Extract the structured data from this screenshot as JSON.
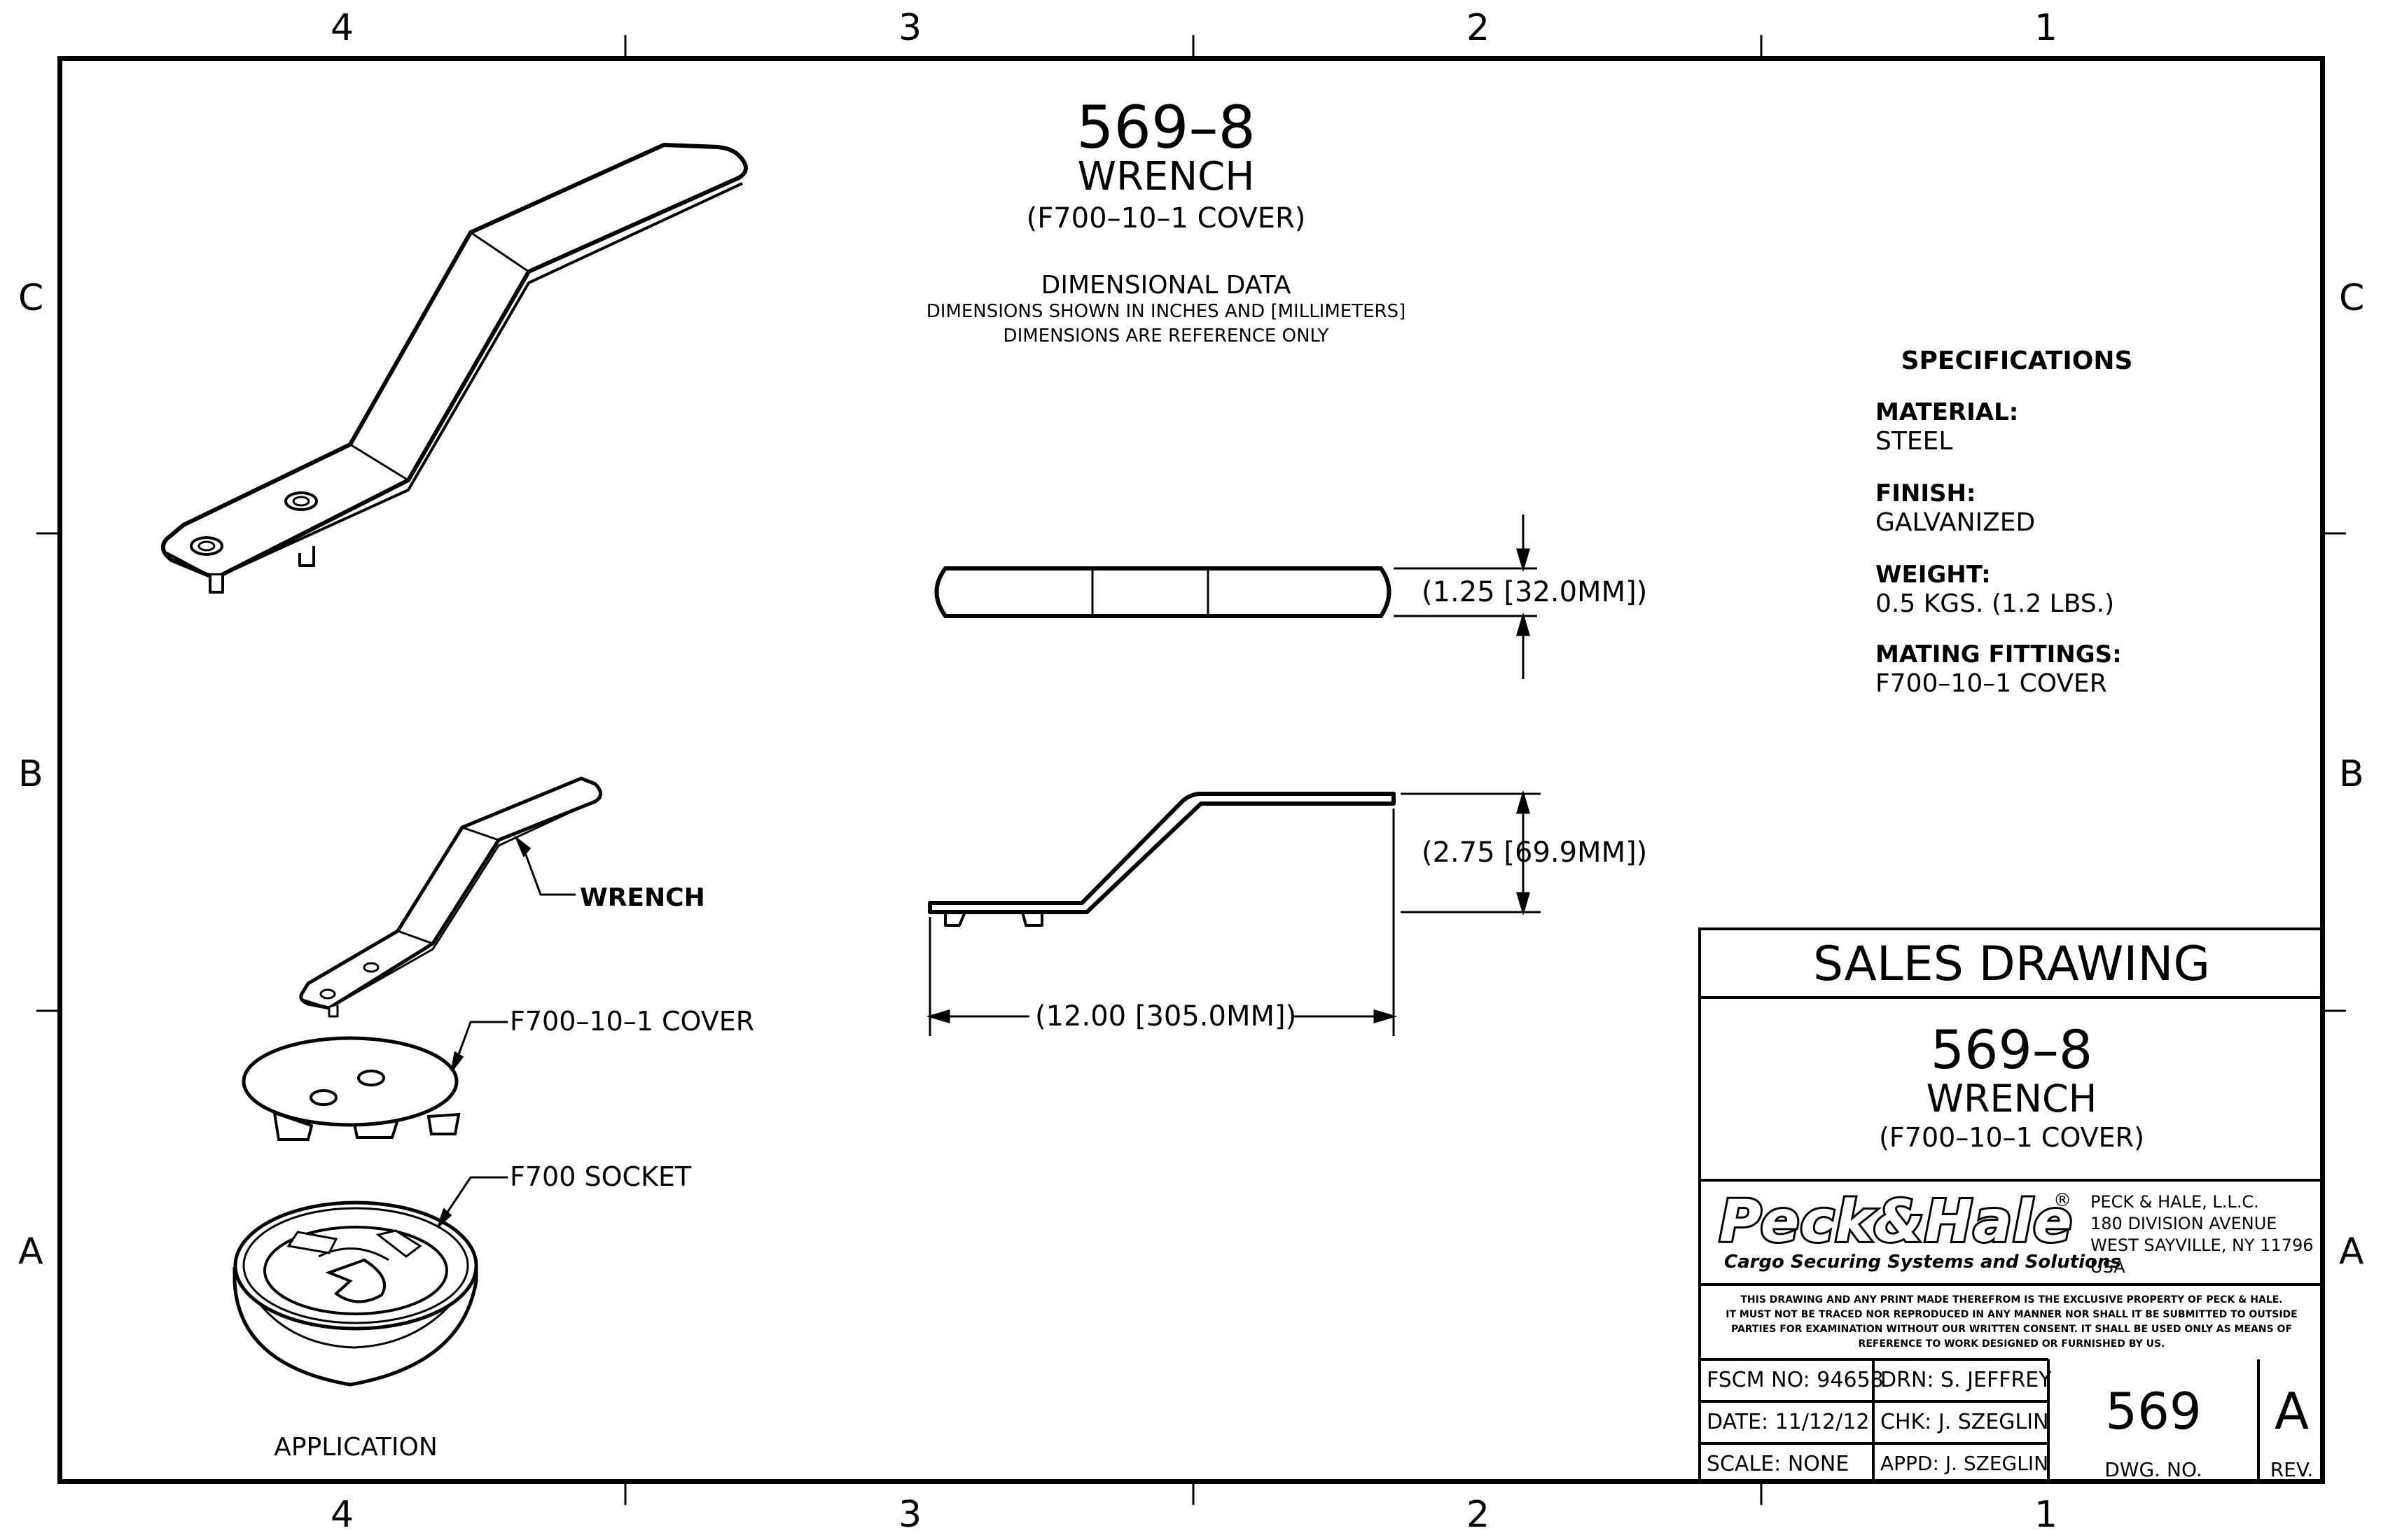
{
  "zones": {
    "columns": [
      "4",
      "3",
      "2",
      "1"
    ],
    "rows": [
      "C",
      "B",
      "A"
    ]
  },
  "header": {
    "part_number": "569–8",
    "part_name": "WRENCH",
    "part_sub": "(F700–10–1 COVER)",
    "dim_title": "DIMENSIONAL DATA",
    "dim_line1": "DIMENSIONS SHOWN IN INCHES AND [MILLIMETERS]",
    "dim_line2": "DIMENSIONS ARE REFERENCE ONLY"
  },
  "dimensions": {
    "thickness": "(1.25 [32.0MM])",
    "height": "(2.75 [69.9MM])",
    "length": "(12.00 [305.0MM])"
  },
  "specifications": {
    "title": "SPECIFICATIONS",
    "items": [
      {
        "label": "MATERIAL:",
        "value": "STEEL"
      },
      {
        "label": "FINISH:",
        "value": "GALVANIZED"
      },
      {
        "label": "WEIGHT:",
        "value": "0.5  KGS.  (1.2 LBS.)"
      },
      {
        "label": "MATING  FITTINGS:",
        "value": "F700–10–1  COVER"
      }
    ]
  },
  "application": {
    "wrench_label": "WRENCH",
    "cover_label": "F700–10–1  COVER",
    "socket_label": "F700  SOCKET",
    "caption": "APPLICATION"
  },
  "title_block": {
    "sales_drawing": "SALES  DRAWING",
    "part_number": "569–8",
    "part_name": "WRENCH",
    "part_sub": "(F700–10–1  COVER)",
    "logo_text": "Peck&Hale",
    "logo_reg": "®",
    "logo_tagline": "Cargo Securing Systems and Solutions",
    "company_name": "PECK  &  HALE,  L.L.C.",
    "company_addr1": "180  DIVISION  AVENUE",
    "company_addr2": "WEST  SAYVILLE,  NY  11796",
    "company_country": "USA",
    "notice_1": "THIS DRAWING AND ANY PRINT MADE THEREFROM IS THE EXCLUSIVE PROPERTY OF PECK & HALE.",
    "notice_2": "IT MUST NOT BE TRACED NOR REPRODUCED IN ANY MANNER NOR SHALL IT BE SUBMITTED TO OUTSIDE",
    "notice_3": "PARTIES FOR EXAMINATION WITHOUT OUR WRITTEN CONSENT.  IT SHALL BE USED ONLY AS MEANS OF",
    "notice_4": "REFERENCE TO WORK DESIGNED OR FURNISHED BY US.",
    "fscm": "FSCM  NO:  94658",
    "date": "DATE: 11/12/12",
    "scale": "SCALE:  NONE",
    "drn": "DRN: S.  JEFFREY",
    "chk": "CHK:  J.  SZEGLIN",
    "appd": "APPD:  J.  SZEGLIN",
    "dwg_no": "569",
    "dwg_label": "DWG.  NO.",
    "rev": "A",
    "rev_label": "REV."
  }
}
